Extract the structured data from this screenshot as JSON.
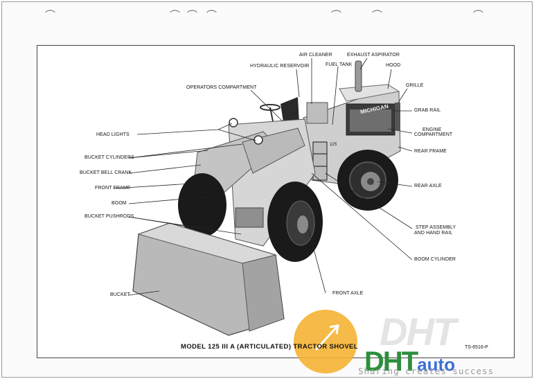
{
  "callouts": {
    "air_cleaner": "AIR CLEANER",
    "exhaust_aspirator": "EXHAUST ASPIRATOR",
    "hydraulic_reservoir": "HYDRAULIC RESERVOIR",
    "fuel_tank": "FUEL TANK",
    "hood": "HOOD",
    "grille": "GRILLE",
    "operators_compartment": "OPERATORS COMPARTMENT",
    "grab_rail": "GRAB RAIL",
    "engine_compartment_1": "ENGINE",
    "engine_compartment_2": "COMPARTMENT",
    "head_lights": "HEAD LIGHTS",
    "rear_frame": "REAR FRAME",
    "bucket_cylinders": "BUCKET CYLINDERS",
    "bucket_bell_crank": "BUCKET BELL CRANK",
    "rear_axle": "REAR AXLE",
    "front_frame": "FRONT FRAME",
    "boom": "BOOM",
    "bucket_pushrods": "BUCKET PUSHRODS",
    "step_assembly_1": "STEP ASSEMBLY",
    "step_assembly_2": "AND HAND RAIL",
    "boom_cylinder": "BOOM CYLINDER",
    "bucket": "BUCKET",
    "front_axle": "FRONT AXLE"
  },
  "machine_decals": {
    "brand": "MICHIGAN",
    "model_badge": "125"
  },
  "caption": "MODEL 125 III A (ARTICULATED) TRACTOR SHOVEL",
  "figure_code": "TS-6516-P",
  "watermark": {
    "logo": "DHT",
    "logo_suffix": "auto",
    "tagline": "Sharing creates success"
  },
  "colors": {
    "machine_body": "#cfcfcf",
    "tire": "#1a1a1a",
    "watermark_green": "#2d8e3d",
    "watermark_orange": "#f4b233",
    "watermark_blue": "#3c6fd6"
  }
}
